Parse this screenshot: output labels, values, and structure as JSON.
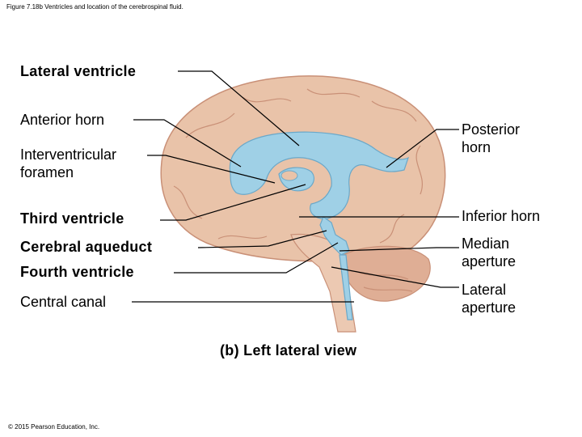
{
  "caption": "Figure 7.18b Ventricles and location of the cerebrospinal fluid.",
  "copyright": "© 2015 Pearson Education, Inc.",
  "view_label": "(b) Left lateral view",
  "labels": {
    "lateral_ventricle": "Lateral ventricle",
    "anterior_horn": "Anterior horn",
    "interventricular_foramen": "Interventricular\nforamen",
    "third_ventricle": "Third ventricle",
    "cerebral_aqueduct": "Cerebral aqueduct",
    "fourth_ventricle": "Fourth ventricle",
    "central_canal": "Central canal",
    "posterior_horn": "Posterior\nhorn",
    "inferior_horn": "Inferior horn",
    "median_aperture": "Median\naperture",
    "lateral_aperture": "Lateral\naperture"
  },
  "colors": {
    "brain": "#e9c3a9",
    "brain_fold": "#c99077",
    "ventricle": "#9fd0e6",
    "ventricle_edge": "#6aa8c9",
    "leader": "#000000"
  }
}
